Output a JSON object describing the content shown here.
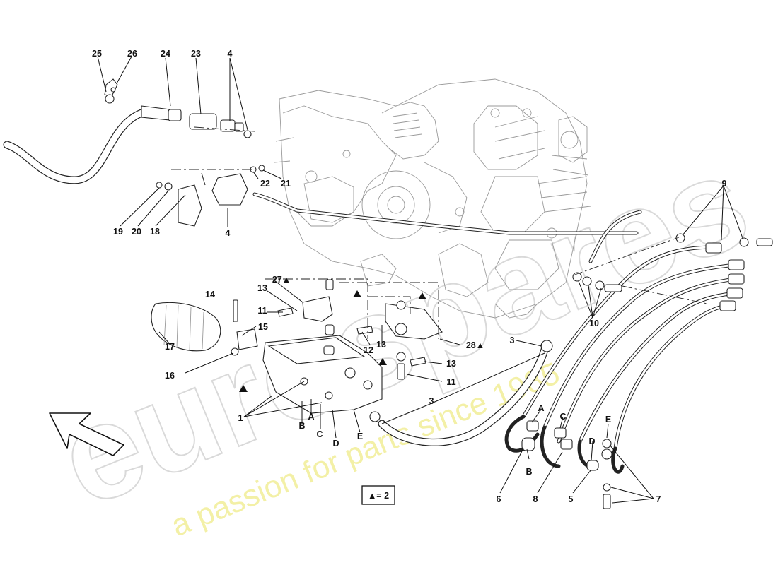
{
  "watermark": {
    "brand": "eurospares",
    "tagline": "a passion for parts since 1985"
  },
  "callouts": {
    "c25": "25",
    "c26": "26",
    "c24": "24",
    "c23": "23",
    "c4a": "4",
    "c22": "22",
    "c21": "21",
    "c19": "19",
    "c20": "20",
    "c18": "18",
    "c4b": "4",
    "c9": "9",
    "c10": "10",
    "c3a": "3",
    "c3b": "3",
    "c27": "27▲",
    "c13a": "13",
    "c11a": "11",
    "c14": "14",
    "c15": "15",
    "c17": "17",
    "c16": "16",
    "c12": "12",
    "c13b": "13",
    "c28": "28▲",
    "c13c": "13",
    "c11b": "11",
    "c1": "1",
    "cA": "A",
    "cB": "B",
    "cC": "C",
    "cD": "D",
    "cE": "E",
    "rA": "A",
    "rB": "B",
    "rC": "C",
    "rD": "D",
    "rE": "E",
    "c6": "6",
    "c8": "8",
    "c5": "5",
    "c7": "7"
  },
  "legend": {
    "text": "▲= 2"
  }
}
